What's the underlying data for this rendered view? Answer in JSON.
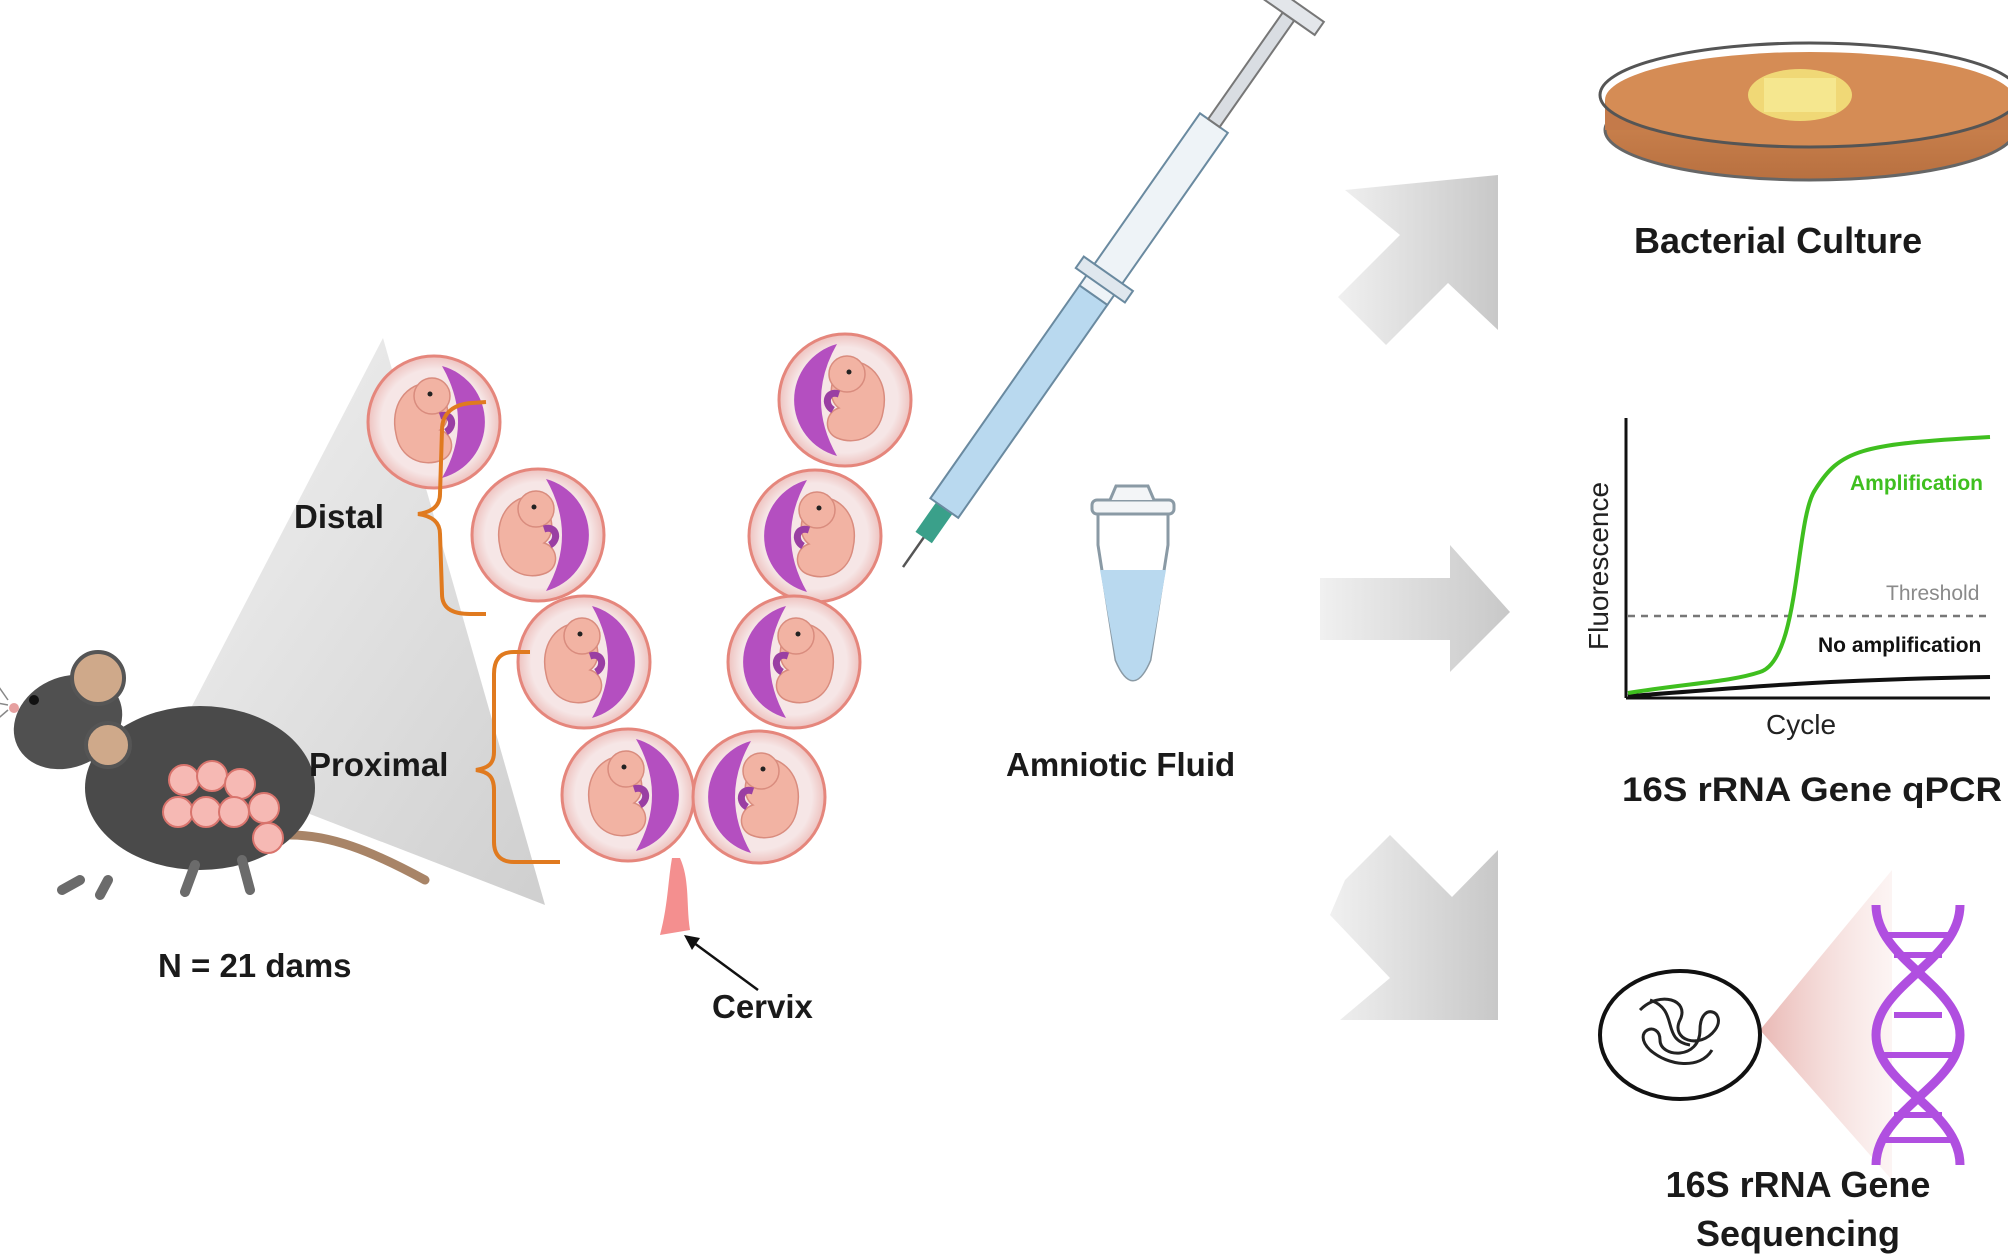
{
  "labels": {
    "dams": "N = 21 dams",
    "distal": "Distal",
    "proximal": "Proximal",
    "cervix": "Cervix",
    "amniotic_fluid": "Amniotic Fluid",
    "bacterial_culture": "Bacterial Culture",
    "qpcr": "16S rRNA Gene qPCR",
    "sequencing_line1": "16S rRNA Gene",
    "sequencing_line2": "Sequencing"
  },
  "qpcr_plot": {
    "y_axis": "Fluorescence",
    "x_axis": "Cycle",
    "amplification": "Amplification",
    "threshold": "Threshold",
    "no_amplification": "No amplification"
  },
  "colors": {
    "bracket": "#e07a1f",
    "amplification_curve": "#3fbf1f",
    "no_amplification_curve": "#111111",
    "threshold_line": "#777777",
    "arrow": "#d4d4d4",
    "embryo": "#f2b3a3",
    "placenta": "#b44fc0",
    "dna": "#b04fe0",
    "fluid": "#b9d9ef",
    "culture_plate": "#c98a5a"
  }
}
